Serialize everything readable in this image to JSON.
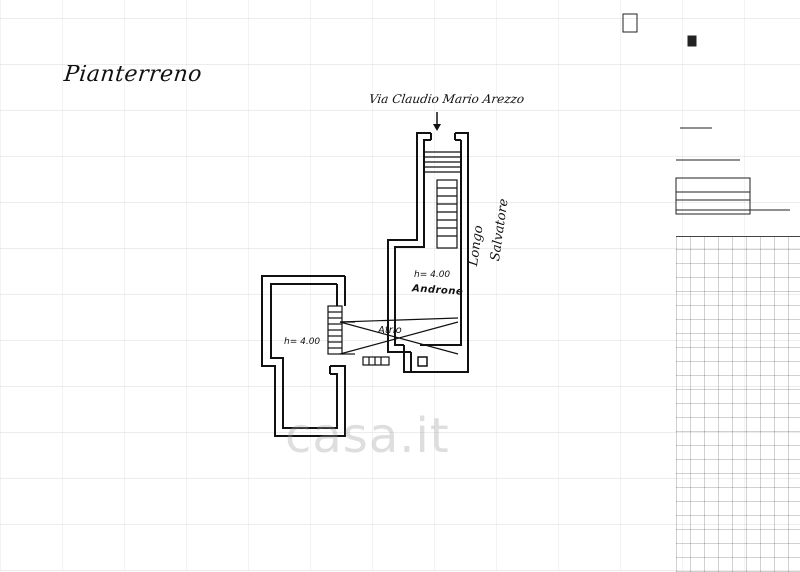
{
  "plan": {
    "title": "Pianterreno",
    "street_label": "Via Claudio Mario Arezzo",
    "side_street_part1": "Longo",
    "side_street_part2": "Salvatore",
    "height_label_entrance": "h= 4.00",
    "room_label_entrance": "Androne",
    "room_label_atrium": "Atrio",
    "height_label_left": "h= 4.00",
    "watermark": "casa.it"
  }
}
